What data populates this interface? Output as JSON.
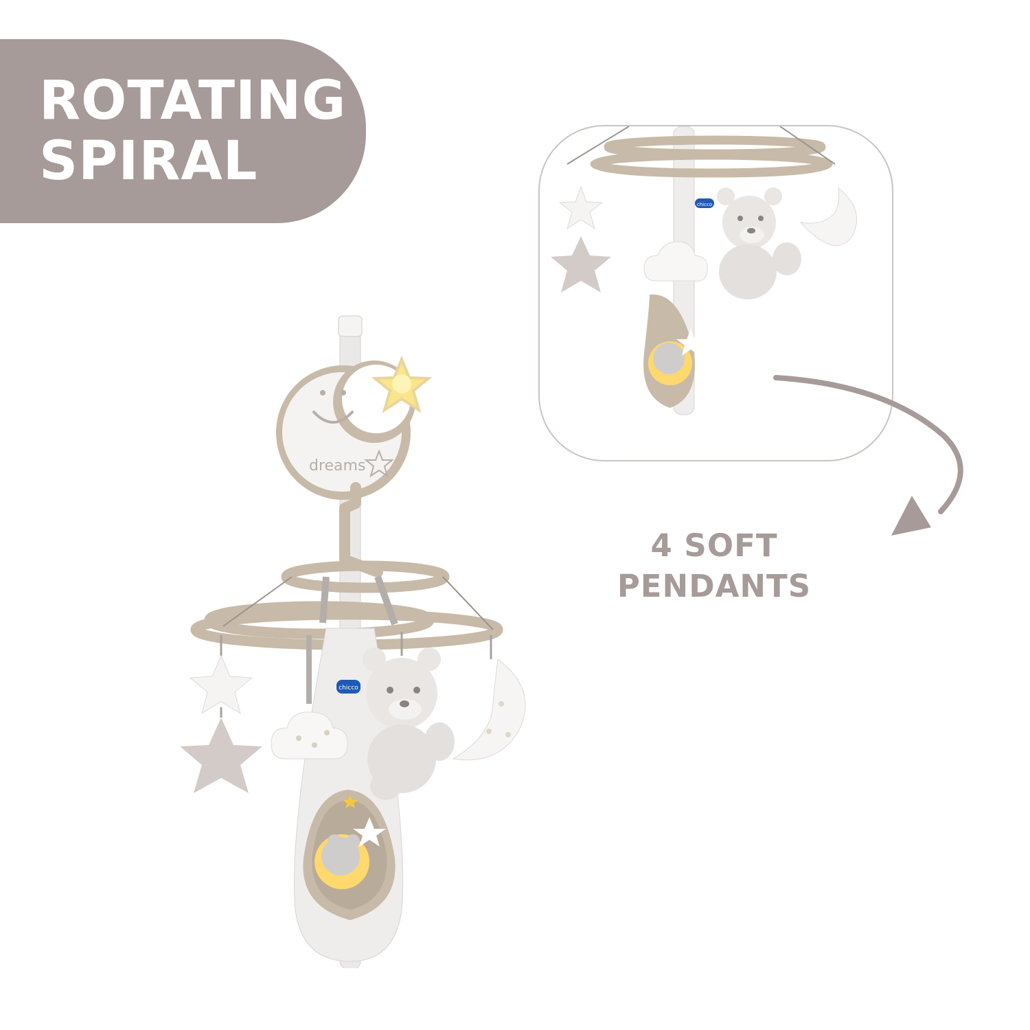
{
  "banner": {
    "line1": "ROTATING",
    "line2": "SPIRAL",
    "color": "#a69b98"
  },
  "caption": {
    "line1": "4 SOFT",
    "line2": "PENDANTS",
    "color": "#a69b98"
  },
  "product": {
    "brand_label": "chicco",
    "moon_label": "dreams"
  }
}
